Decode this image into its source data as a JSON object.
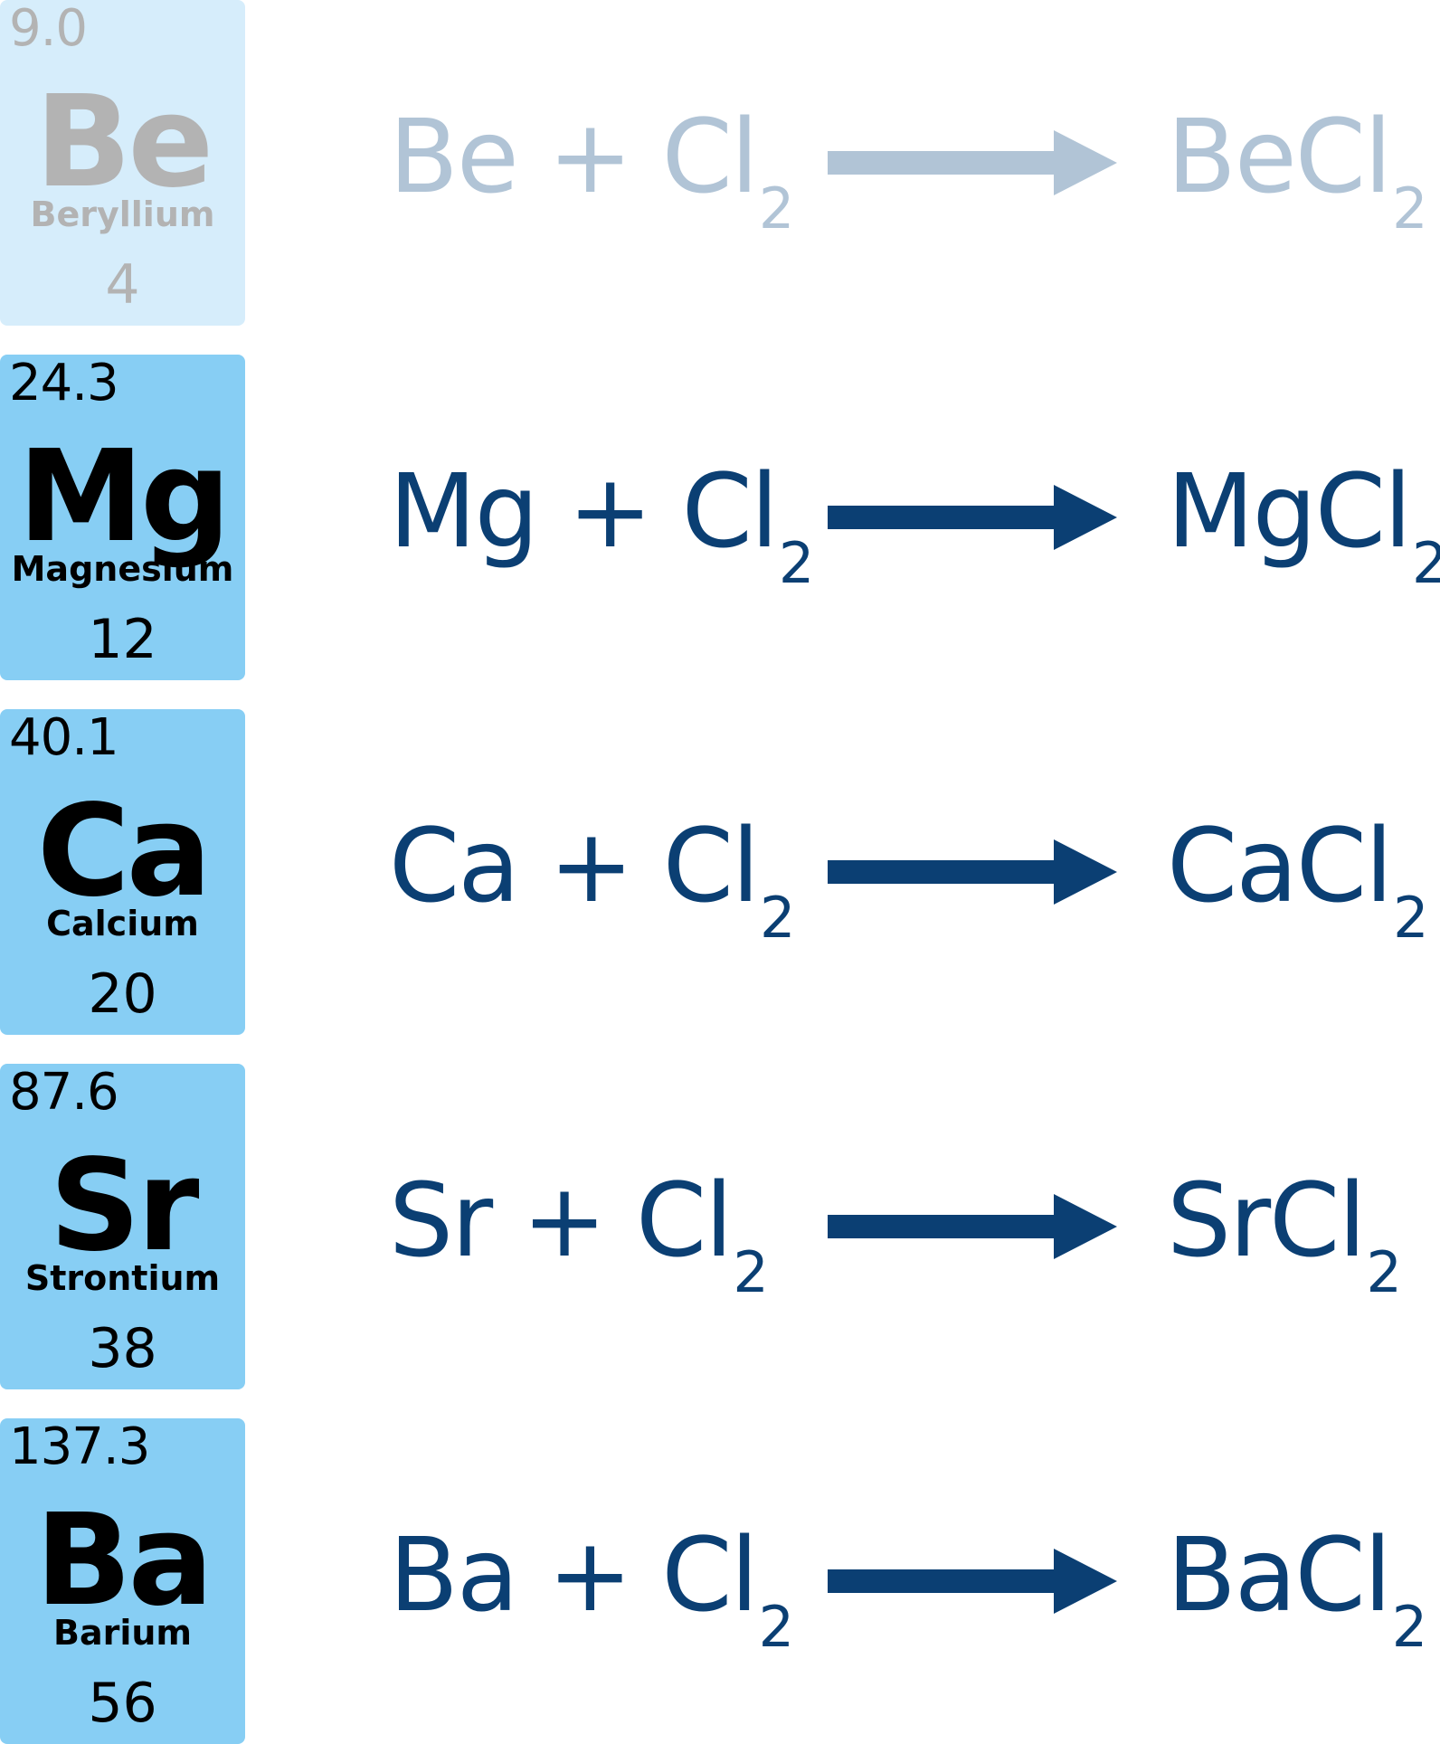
{
  "colors": {
    "faded_tile": "#d6edfb",
    "faded_tile_text": "#b3b3b3",
    "faded_equation": "#b1c4d6",
    "active_tile": "#87cef4",
    "active_tile_text": "#000000",
    "active_equation": "#0b3f73"
  },
  "rows": [
    {
      "style": "faded",
      "element": {
        "mass": "9.0",
        "symbol": "Be",
        "name": "Beryllium",
        "number": "4"
      },
      "reaction": {
        "reactant_metal": "Be",
        "plus": "+",
        "reactant_gas": "Cl",
        "reactant_sub": "2",
        "arrow_icon": "right-arrow-icon",
        "product": "BeCl",
        "product_sub": "2"
      }
    },
    {
      "style": "active",
      "element": {
        "mass": "24.3",
        "symbol": "Mg",
        "name": "Magnesium",
        "number": "12"
      },
      "reaction": {
        "reactant_metal": "Mg",
        "plus": "+",
        "reactant_gas": "Cl",
        "reactant_sub": "2",
        "arrow_icon": "right-arrow-icon",
        "product": "MgCl",
        "product_sub": "2"
      }
    },
    {
      "style": "active",
      "element": {
        "mass": "40.1",
        "symbol": "Ca",
        "name": "Calcium",
        "number": "20"
      },
      "reaction": {
        "reactant_metal": "Ca",
        "plus": "+",
        "reactant_gas": "Cl",
        "reactant_sub": "2",
        "arrow_icon": "right-arrow-icon",
        "product": "CaCl",
        "product_sub": "2"
      }
    },
    {
      "style": "active",
      "element": {
        "mass": "87.6",
        "symbol": "Sr",
        "name": "Strontium",
        "number": "38"
      },
      "reaction": {
        "reactant_metal": "Sr",
        "plus": "+",
        "reactant_gas": "Cl",
        "reactant_sub": "2",
        "arrow_icon": "right-arrow-icon",
        "product": "SrCl",
        "product_sub": "2"
      }
    },
    {
      "style": "active",
      "element": {
        "mass": "137.3",
        "symbol": "Ba",
        "name": "Barium",
        "number": "56"
      },
      "reaction": {
        "reactant_metal": "Ba",
        "plus": "+",
        "reactant_gas": "Cl",
        "reactant_sub": "2",
        "arrow_icon": "right-arrow-icon",
        "product": "BaCl",
        "product_sub": "2"
      }
    }
  ]
}
